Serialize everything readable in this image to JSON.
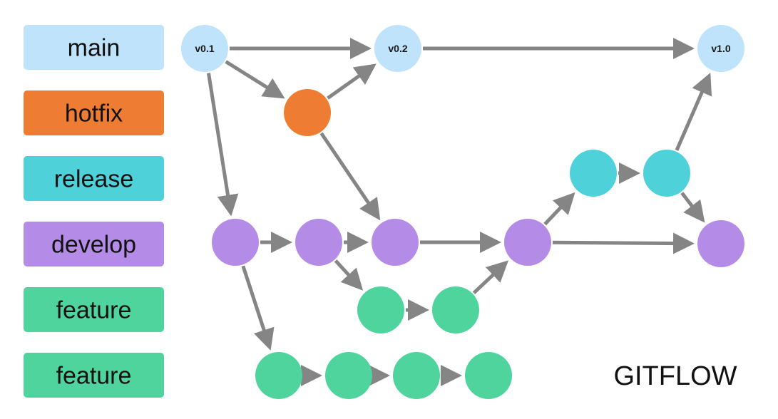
{
  "title": "GITFLOW",
  "branches": [
    {
      "id": "main",
      "label": "main",
      "color": "#bfe3fb"
    },
    {
      "id": "hotfix",
      "label": "hotfix",
      "color": "#ee7c33"
    },
    {
      "id": "release",
      "label": "release",
      "color": "#4fd1d9"
    },
    {
      "id": "develop",
      "label": "develop",
      "color": "#b48be6"
    },
    {
      "id": "feature1",
      "label": "feature",
      "color": "#4fd49e"
    },
    {
      "id": "feature2",
      "label": "feature",
      "color": "#4fd49e"
    }
  ],
  "commits": [
    {
      "id": "m1",
      "branch": "main",
      "label": "v0.1"
    },
    {
      "id": "m2",
      "branch": "main",
      "label": "v0.2"
    },
    {
      "id": "m3",
      "branch": "main",
      "label": "v1.0"
    },
    {
      "id": "h1",
      "branch": "hotfix",
      "label": ""
    },
    {
      "id": "r1",
      "branch": "release",
      "label": ""
    },
    {
      "id": "r2",
      "branch": "release",
      "label": ""
    },
    {
      "id": "d1",
      "branch": "develop",
      "label": ""
    },
    {
      "id": "d2",
      "branch": "develop",
      "label": ""
    },
    {
      "id": "d3",
      "branch": "develop",
      "label": ""
    },
    {
      "id": "d4",
      "branch": "develop",
      "label": ""
    },
    {
      "id": "d5",
      "branch": "develop",
      "label": ""
    },
    {
      "id": "fa1",
      "branch": "feature1",
      "label": ""
    },
    {
      "id": "fa2",
      "branch": "feature1",
      "label": ""
    },
    {
      "id": "fb1",
      "branch": "feature2",
      "label": ""
    },
    {
      "id": "fb2",
      "branch": "feature2",
      "label": ""
    },
    {
      "id": "fb3",
      "branch": "feature2",
      "label": ""
    },
    {
      "id": "fb4",
      "branch": "feature2",
      "label": ""
    }
  ],
  "edges": [
    [
      "m1",
      "m2"
    ],
    [
      "m2",
      "m3"
    ],
    [
      "m1",
      "h1"
    ],
    [
      "h1",
      "m2"
    ],
    [
      "h1",
      "d3"
    ],
    [
      "m1",
      "d1"
    ],
    [
      "d1",
      "d2"
    ],
    [
      "d2",
      "d3"
    ],
    [
      "d3",
      "d4"
    ],
    [
      "d4",
      "d5"
    ],
    [
      "d2",
      "fa1"
    ],
    [
      "fa1",
      "fa2"
    ],
    [
      "fa2",
      "d4"
    ],
    [
      "d1",
      "fb1"
    ],
    [
      "fb1",
      "fb2"
    ],
    [
      "fb2",
      "fb3"
    ],
    [
      "fb3",
      "fb4"
    ],
    [
      "d4",
      "r1"
    ],
    [
      "r1",
      "r2"
    ],
    [
      "r2",
      "m3"
    ],
    [
      "r2",
      "d5"
    ]
  ],
  "colors": {
    "arrow": "#858585",
    "label_box_main": "#bfe3fb",
    "label_box_hotfix": "#ee7c33",
    "label_box_release": "#4fd1d9",
    "label_box_develop": "#b48be6",
    "label_box_feature": "#4fd49e"
  }
}
